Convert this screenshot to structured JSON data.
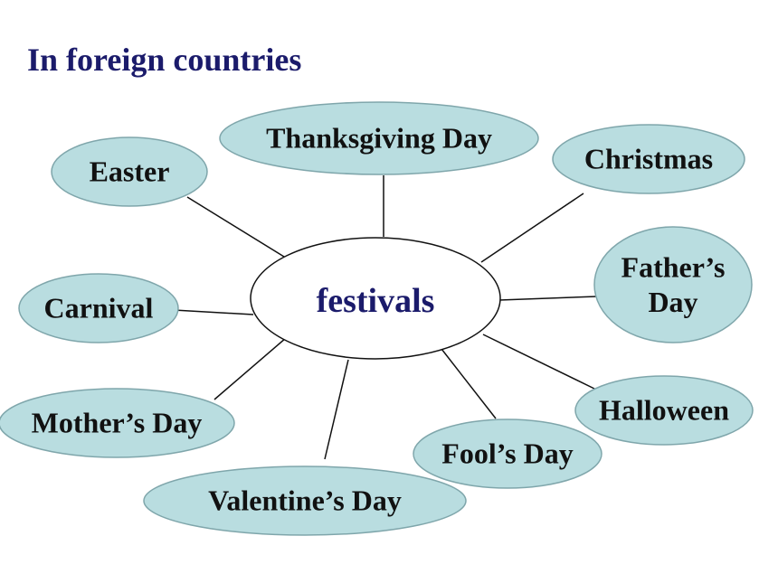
{
  "title": "In foreign countries",
  "center": {
    "label": "festivals"
  },
  "nodes": [
    {
      "id": "thanksgiving",
      "lines": [
        "Thanksgiving  Day"
      ]
    },
    {
      "id": "christmas",
      "lines": [
        "Christmas"
      ]
    },
    {
      "id": "easter",
      "lines": [
        "Easter"
      ]
    },
    {
      "id": "fathers-day",
      "lines": [
        "Father’s",
        "Day"
      ]
    },
    {
      "id": "carnival",
      "lines": [
        "Carnival"
      ]
    },
    {
      "id": "halloween",
      "lines": [
        "Halloween"
      ]
    },
    {
      "id": "mothers-day",
      "lines": [
        "Mother’s Day"
      ]
    },
    {
      "id": "fools-day",
      "lines": [
        "Fool’s Day"
      ]
    },
    {
      "id": "valentines-day",
      "lines": [
        "Valentine’s Day"
      ]
    }
  ],
  "colors": {
    "title_text": "#1b1b6b",
    "center_text": "#1b1b6b",
    "node_fill": "#b9dde0",
    "node_stroke": "#7fa6ab",
    "node_text": "#111111",
    "connector": "#111111",
    "center_fill": "#ffffff",
    "center_stroke": "#111111"
  }
}
